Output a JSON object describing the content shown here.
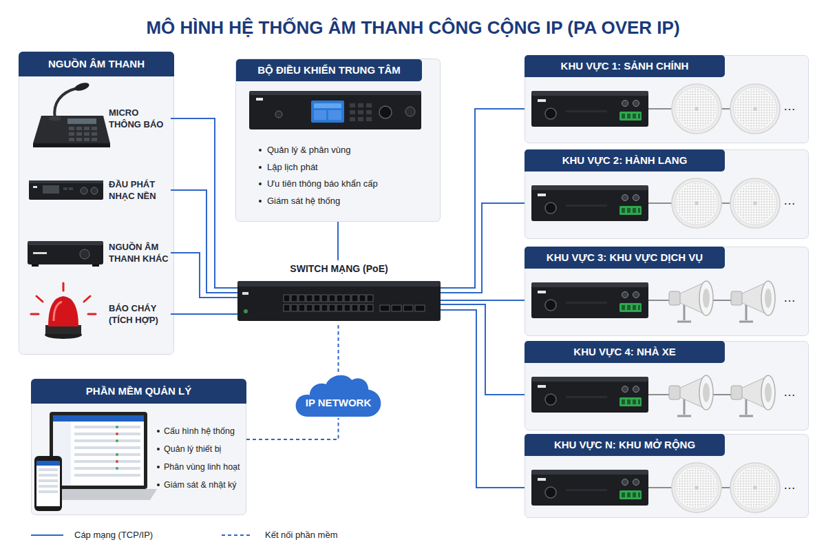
{
  "diagram": {
    "title": "MÔ HÌNH HỆ THỐNG ÂM THANH CÔNG CỘNG IP (PA OVER IP)",
    "nodes": [
      {
        "text": [
          "NGUỒN ÂM THANH"
        ]
      },
      {
        "text": [
          "MICRO THÔNG BÁO"
        ],
        "in": 0
      },
      {
        "text": [
          "ĐẦU PHÁT NHẠC NỀN"
        ],
        "in": 0
      },
      {
        "text": [
          "NGUỒN ÂM THANH KHÁC"
        ],
        "in": 0
      },
      {
        "text": [
          "BÁO CHÁY (TÍCH HỢP)"
        ],
        "in": 0
      },
      {
        "text": [
          "BỘ ĐIỀU KHIỂN TRUNG TÂM",
          "Quản lý & phân vùng",
          "Lập lịch phát",
          "Ưu tiên thông báo khẩn cấp",
          "Giám sát hệ thống"
        ]
      },
      {
        "text": [
          "SWITCH MẠNG (PoE)"
        ]
      },
      {
        "text": [
          "PHẦN MỀM QUẢN LÝ",
          "Cấu hình hệ thống",
          "Quản lý thiết bị",
          "Phân vùng linh hoạt",
          "Giám sát & nhật ký"
        ]
      },
      {
        "text": [
          "IP NETWORK"
        ]
      },
      {
        "text": [
          "KHU VỰC 1: SẢNH CHÍNH",
          "…"
        ]
      },
      {
        "text": [
          "KHU VỰC 2: HÀNH LANG",
          "…"
        ]
      },
      {
        "text": [
          "KHU VỰC 3: KHU VỰC DỊCH VỤ",
          "…"
        ]
      },
      {
        "text": [
          "KHU VỰC 4: NHÀ XE",
          "…"
        ]
      },
      {
        "text": [
          "KHU VỰC N: KHU MỞ RỘNG",
          "…"
        ]
      }
    ],
    "edges": [
      {
        "from": 1,
        "to": 6,
        "arrow": "none"
      },
      {
        "from": 2,
        "to": 6,
        "arrow": "none"
      },
      {
        "from": 3,
        "to": 6,
        "arrow": "none"
      },
      {
        "from": 4,
        "to": 6,
        "arrow": "none"
      },
      {
        "from": 5,
        "to": 6,
        "arrow": "none"
      },
      {
        "from": 6,
        "to": 9,
        "arrow": "none"
      },
      {
        "from": 6,
        "to": 10,
        "arrow": "none"
      },
      {
        "from": 6,
        "to": 11,
        "arrow": "none"
      },
      {
        "from": 6,
        "to": 12,
        "arrow": "none"
      },
      {
        "from": 6,
        "to": 13,
        "arrow": "none"
      },
      {
        "from": 7,
        "to": 8,
        "arrow": "none"
      },
      {
        "from": 8,
        "to": 6,
        "arrow": "none"
      }
    ],
    "legend": [
      {
        "text": "Cáp mạng (TCP/IP)"
      },
      {
        "text": "Kết nối phần mềm"
      }
    ]
  }
}
